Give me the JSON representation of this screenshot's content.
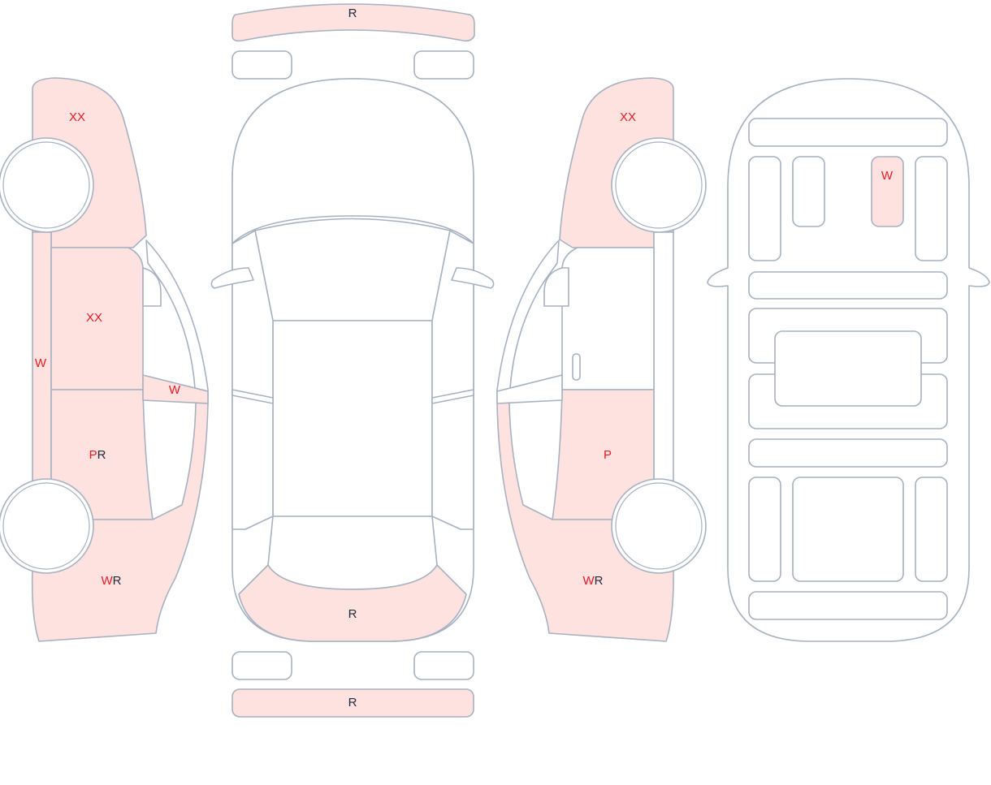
{
  "colors": {
    "outline": "#a7b1c1",
    "damage_fill": "#fde2df",
    "code_red": "#e31b23",
    "code_dark": "#1f2a3d"
  },
  "panels": [
    {
      "id": "top-front-bumper",
      "view": "top",
      "damaged": true,
      "codes": [
        {
          "text": "R",
          "color": "dark"
        }
      ]
    },
    {
      "id": "top-front-left-light",
      "view": "top",
      "damaged": false,
      "codes": []
    },
    {
      "id": "top-front-right-light",
      "view": "top",
      "damaged": false,
      "codes": []
    },
    {
      "id": "top-hood",
      "view": "top",
      "damaged": false,
      "codes": []
    },
    {
      "id": "top-windshield",
      "view": "top",
      "damaged": false,
      "codes": []
    },
    {
      "id": "top-roof",
      "view": "top",
      "damaged": false,
      "codes": []
    },
    {
      "id": "top-rear-window",
      "view": "top",
      "damaged": false,
      "codes": []
    },
    {
      "id": "top-trunk",
      "view": "top",
      "damaged": true,
      "codes": [
        {
          "text": "R",
          "color": "dark"
        }
      ]
    },
    {
      "id": "top-rear-left-light",
      "view": "top",
      "damaged": false,
      "codes": []
    },
    {
      "id": "top-rear-right-light",
      "view": "top",
      "damaged": false,
      "codes": []
    },
    {
      "id": "top-rear-bumper",
      "view": "top",
      "damaged": true,
      "codes": [
        {
          "text": "R",
          "color": "dark"
        }
      ]
    },
    {
      "id": "left-front-fender",
      "view": "left",
      "damaged": true,
      "codes": [
        {
          "text": "XX",
          "color": "red"
        }
      ]
    },
    {
      "id": "left-front-door",
      "view": "left",
      "damaged": true,
      "codes": [
        {
          "text": "XX",
          "color": "red"
        }
      ]
    },
    {
      "id": "left-rear-door",
      "view": "left",
      "damaged": true,
      "codes": [
        {
          "text": "P",
          "color": "red"
        },
        {
          "text": "R",
          "color": "dark"
        }
      ]
    },
    {
      "id": "left-rear-quarter",
      "view": "left",
      "damaged": true,
      "codes": [
        {
          "text": "W",
          "color": "red"
        },
        {
          "text": "R",
          "color": "dark"
        }
      ]
    },
    {
      "id": "left-sill",
      "view": "left",
      "damaged": true,
      "codes": [
        {
          "text": "W",
          "color": "red"
        }
      ]
    },
    {
      "id": "left-mirror",
      "view": "left",
      "damaged": true,
      "codes": [
        {
          "text": "W",
          "color": "red"
        }
      ]
    },
    {
      "id": "right-front-fender",
      "view": "right",
      "damaged": true,
      "codes": [
        {
          "text": "XX",
          "color": "red"
        }
      ]
    },
    {
      "id": "right-front-door",
      "view": "right",
      "damaged": false,
      "codes": []
    },
    {
      "id": "right-rear-door",
      "view": "right",
      "damaged": true,
      "codes": [
        {
          "text": "P",
          "color": "red"
        }
      ]
    },
    {
      "id": "right-rear-quarter",
      "view": "right",
      "damaged": true,
      "codes": [
        {
          "text": "W",
          "color": "red"
        },
        {
          "text": "R",
          "color": "dark"
        }
      ]
    },
    {
      "id": "interior-seat-front-right",
      "view": "interior",
      "damaged": true,
      "codes": [
        {
          "text": "W",
          "color": "red"
        }
      ]
    }
  ]
}
